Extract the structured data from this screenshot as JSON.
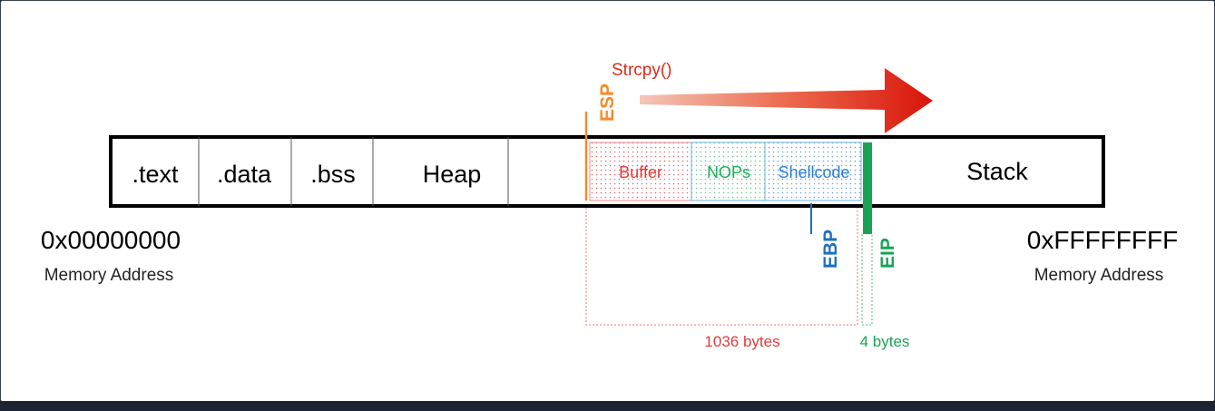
{
  "segments": {
    "text": ".text",
    "data": ".data",
    "bss": ".bss",
    "heap": "Heap",
    "buffer": "Buffer",
    "nops": "NOPs",
    "shellcode": "Shellcode",
    "stack": "Stack"
  },
  "function_label": "Strcpy()",
  "registers": {
    "esp": "ESP",
    "ebp": "EBP",
    "eip": "EIP"
  },
  "addresses": {
    "low": "0x00000000",
    "low_caption": "Memory Address",
    "high": "0xFFFFFFFF",
    "high_caption": "Memory Address"
  },
  "sizes": {
    "buffer_span": "1036 bytes",
    "eip_span": "4 bytes"
  },
  "colors": {
    "buffer": "#e23a3a",
    "nops": "#1fae5b",
    "shellcode": "#2a7fd4",
    "esp": "#f58a2a",
    "ebp": "#1f6fc0",
    "eip": "#1aa356",
    "arrow": "#e02a1a"
  }
}
